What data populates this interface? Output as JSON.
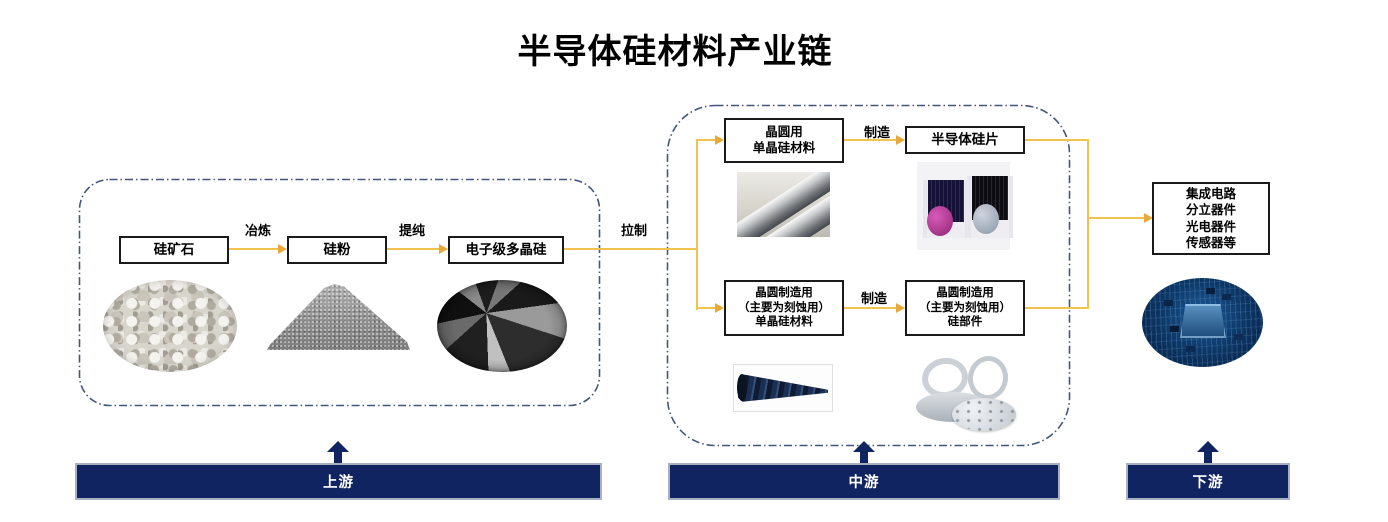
{
  "title": "半导体硅材料产业链",
  "colors": {
    "arrow_gold": "#F2C24E",
    "arrowhead_gold": "#E8A93C",
    "bar_navy": "#0F2461",
    "dash_border": "#44557E",
    "node_border": "#1A1A1A"
  },
  "upstream": {
    "stage_label": "上游",
    "nodes": {
      "ore": "硅矿石",
      "powder": "硅粉",
      "poly": "电子级多晶硅"
    },
    "edges": {
      "smelt": "冶炼",
      "purify": "提纯"
    },
    "images": {
      "ore": "silica-ore-rocks-photo",
      "powder": "silicon-powder-pile-photo",
      "poly": "polysilicon-chunks-photo"
    }
  },
  "link": {
    "pull_label": "拉制"
  },
  "midstream": {
    "stage_label": "中游",
    "row1": {
      "source_lines": [
        "晶圆用",
        "单晶硅材料"
      ],
      "edge_label": "制造",
      "target": "半导体硅片",
      "images": {
        "source": "mono-si-ingots-photo",
        "target": "wafer-cassettes-photo"
      }
    },
    "row2": {
      "source_lines": [
        "晶圆制造用",
        "（主要为刻蚀用）",
        "单晶硅材料"
      ],
      "edge_label": "制造",
      "target_lines": [
        "晶圆制造用",
        "（主要为刻蚀用）",
        "硅部件"
      ],
      "images": {
        "source": "etch-mono-si-ingot-photo",
        "target": "silicon-parts-discs-photo"
      }
    }
  },
  "downstream": {
    "stage_label": "下游",
    "applications": [
      "集成电路",
      "分立器件",
      "光电器件",
      "传感器等"
    ],
    "image": "circuit-board-chip-photo"
  }
}
